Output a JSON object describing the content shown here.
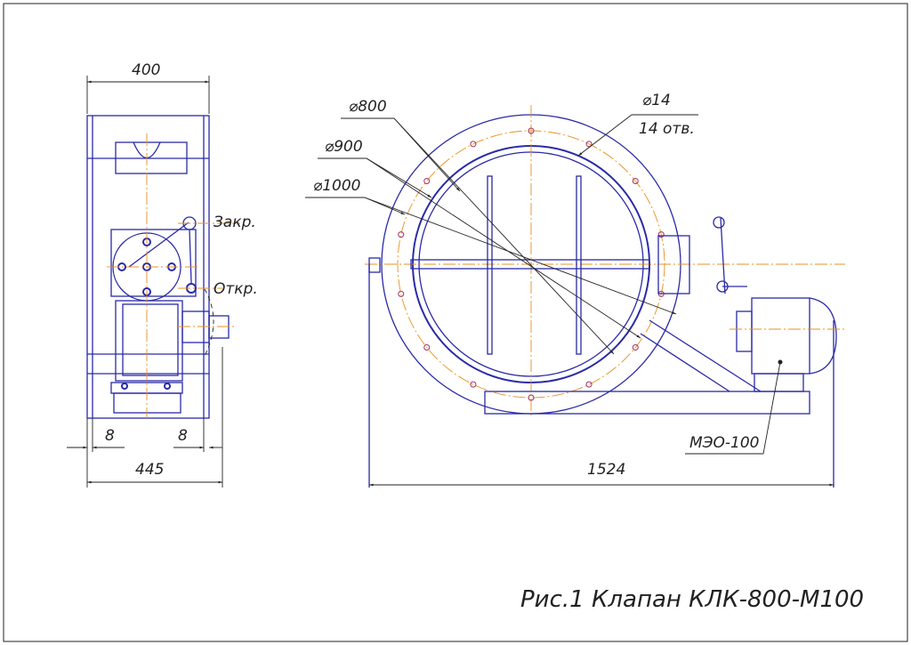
{
  "title": "Рис.1 Клапан КЛК-800-М100",
  "side_view": {
    "dim_width_top": "400",
    "dim_width_bottom": "445",
    "dim_left_offset": "8",
    "dim_right_offset": "8",
    "label_closed": "Закр.",
    "label_open": "Откр."
  },
  "front_view": {
    "dim_d800": "⌀800",
    "dim_d900": "⌀900",
    "dim_d1000": "⌀1000",
    "dim_hole": "⌀14",
    "hole_count": "14 отв.",
    "dim_length": "1524",
    "actuator_label": "МЭО-100"
  },
  "colors": {
    "outline": "#2a2aa8",
    "centerline": "#e89020",
    "dimension": "#222222"
  }
}
